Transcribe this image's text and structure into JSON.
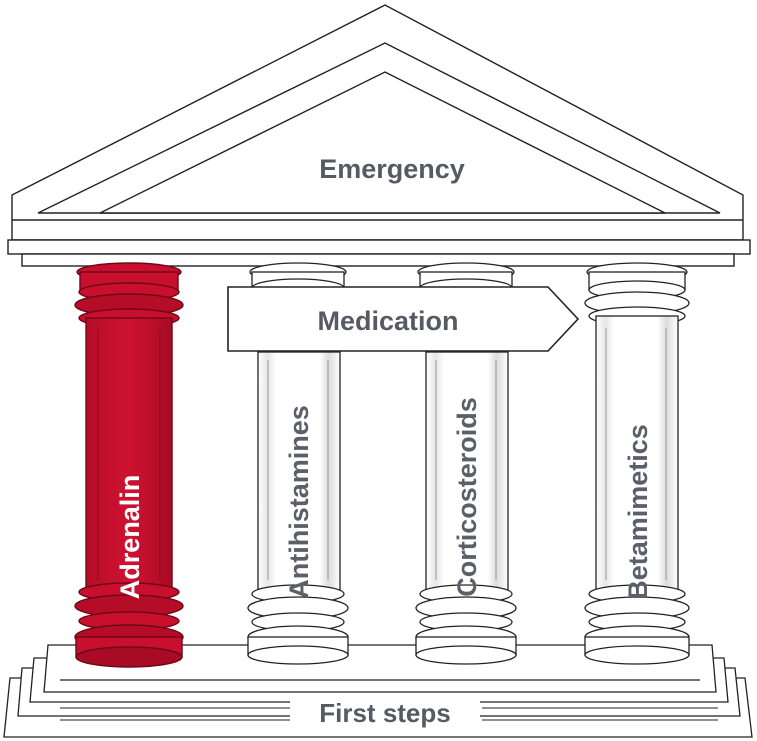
{
  "roof": {
    "label": "Emergency"
  },
  "banner": {
    "label": "Medication"
  },
  "base": {
    "label": "First steps"
  },
  "pillars": [
    {
      "label": "Adrenalin",
      "highlighted": true
    },
    {
      "label": "Antihistamines",
      "highlighted": false
    },
    {
      "label": "Corticosteroids",
      "highlighted": false
    },
    {
      "label": "Betamimetics",
      "highlighted": false
    }
  ],
  "colors": {
    "highlight": "#c8102e",
    "highlight_dark": "#8e0c20",
    "text": "#555a63",
    "outline": "#222222"
  }
}
